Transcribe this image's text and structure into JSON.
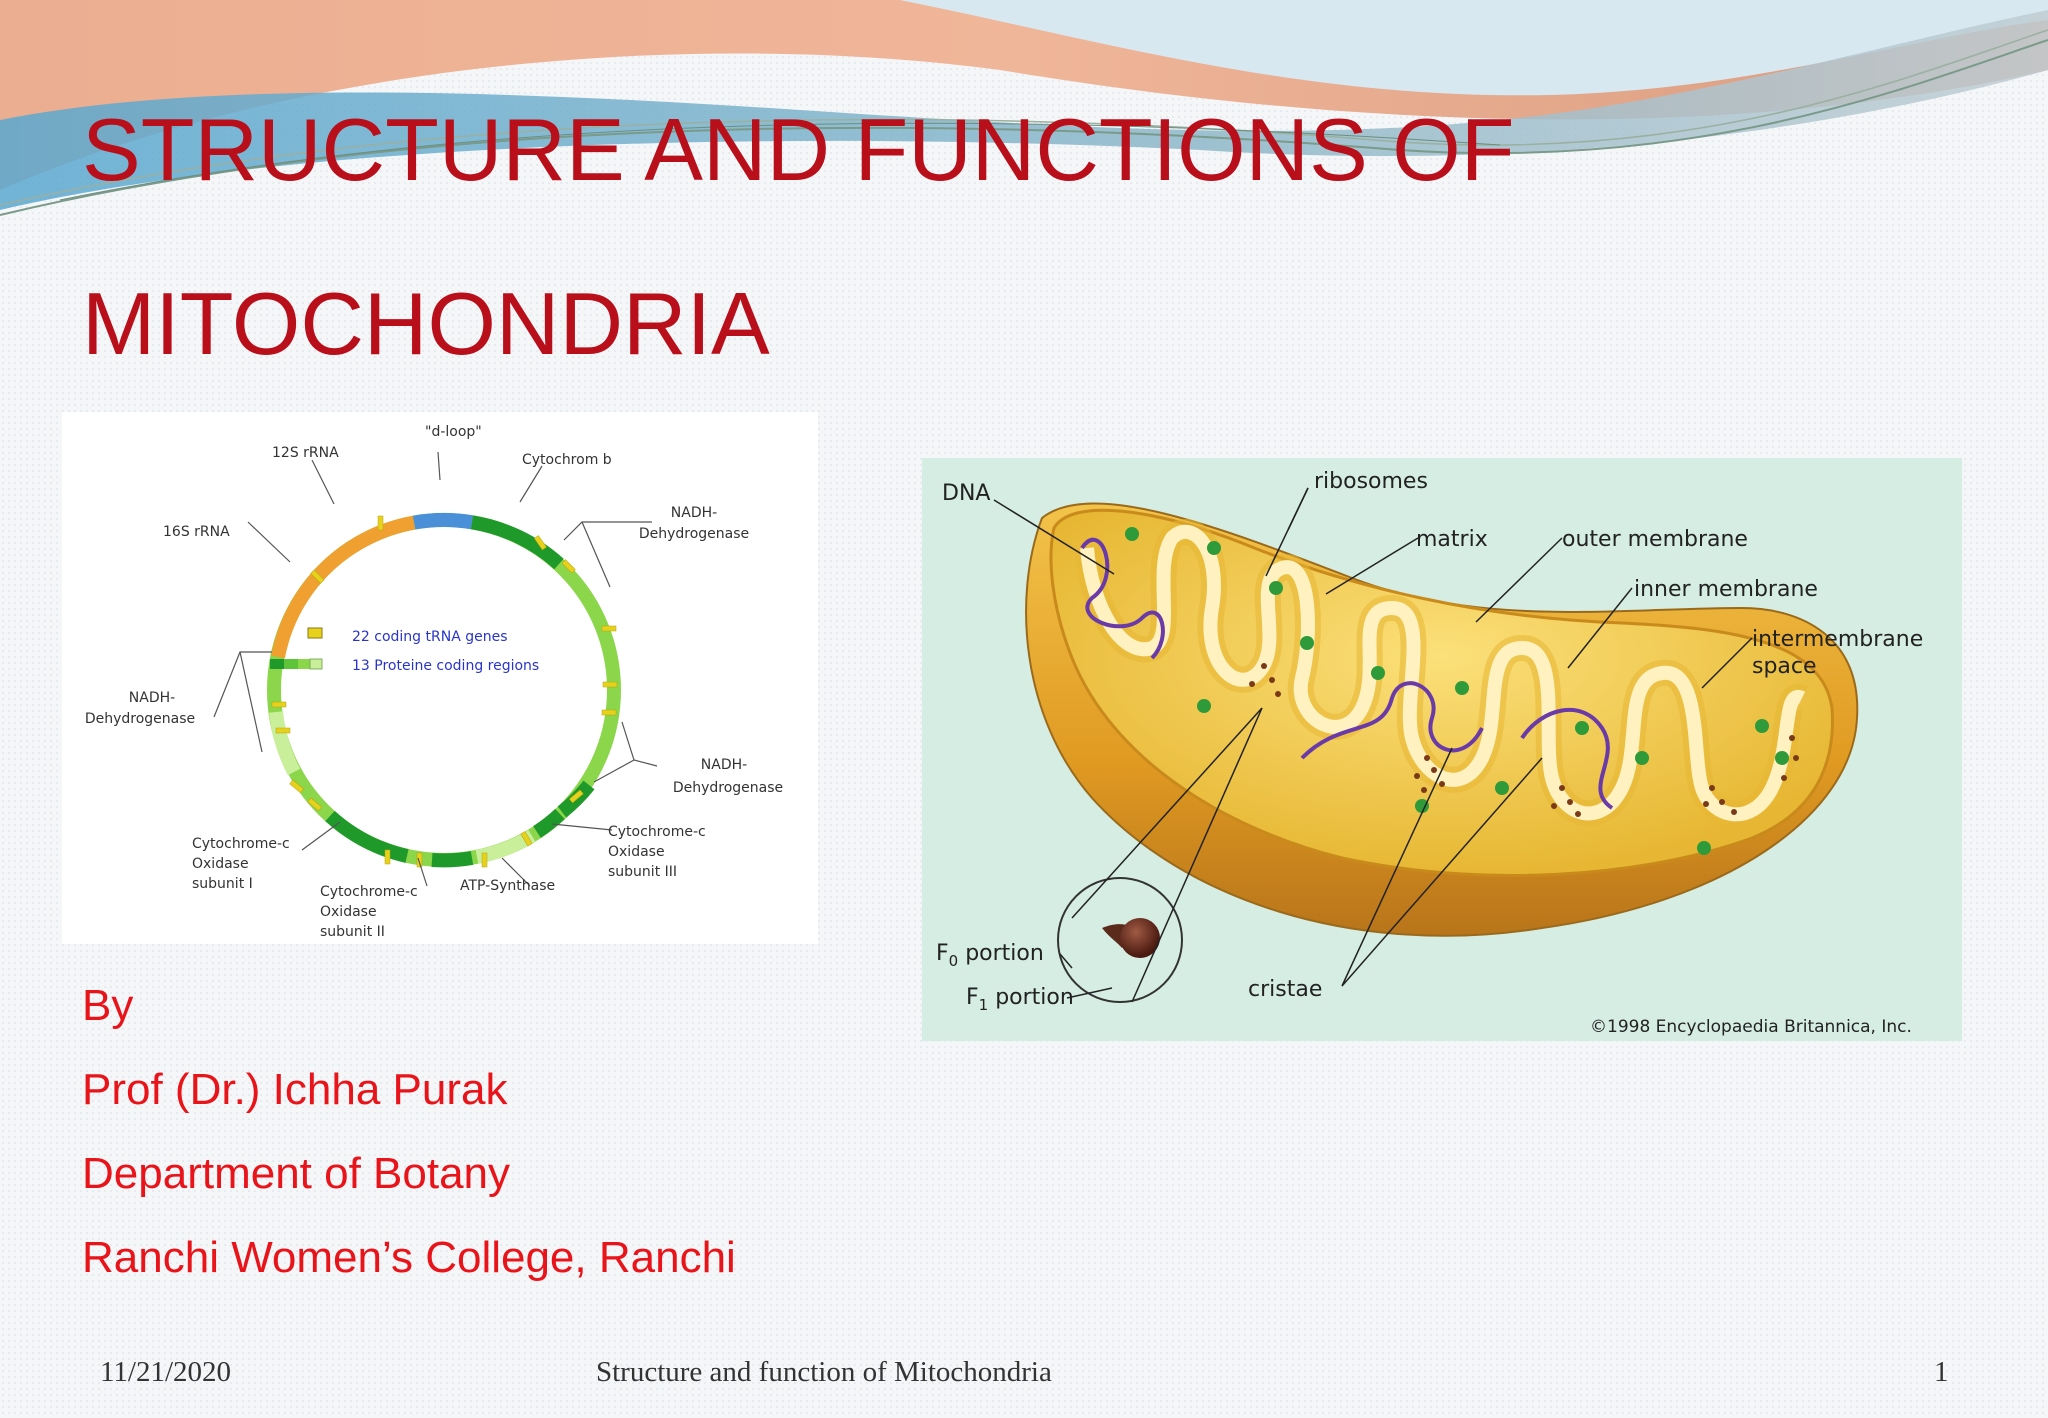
{
  "slide": {
    "title_line1": "STRUCTURE AND FUNCTIONS OF",
    "title_line2": "MITOCHONDRIA",
    "author": {
      "by": "By",
      "name": "Prof (Dr.) Ichha Purak",
      "department": "Department of Botany",
      "college": "Ranchi Women’s College, Ranchi"
    },
    "footer": {
      "date": "11/21/2020",
      "title": "Structure and function of Mitochondria",
      "page": "1"
    }
  },
  "mtdna_map": {
    "labels": {
      "d_loop": "\"d-loop\"",
      "rrna_12s": "12S rRNA",
      "rrna_16s": "16S rRNA",
      "cyt_b": "Cytochrom b",
      "nadh_top_right_1": "NADH-",
      "nadh_top_right_2": "Dehydrogenase",
      "nadh_left_1": "NADH-",
      "nadh_left_2": "Dehydrogenase",
      "nadh_right_1": "NADH-",
      "nadh_right_2": "Dehydrogenase",
      "cox1_1": "Cytochrome-c",
      "cox1_2": "Oxidase",
      "cox1_3": "subunit I",
      "cox2_1": "Cytochrome-c",
      "cox2_2": "Oxidase",
      "cox2_3": "subunit II",
      "cox3_1": "Cytochrome-c",
      "cox3_2": "Oxidase",
      "cox3_3": "subunit III",
      "atp": "ATP-Synthase"
    },
    "legend": {
      "trna": "22 coding tRNA genes",
      "protein": "13 Proteine coding regions"
    },
    "colors": {
      "rrna": "#f0a030",
      "d_loop": "#4a90d8",
      "trna": "#e6d21c",
      "dark_green": "#1f9a2a",
      "light_green": "#8bd64a",
      "pale_green": "#c9ef9a",
      "legend_text": "#2a35c8"
    }
  },
  "mito_diagram": {
    "labels": {
      "dna": "DNA",
      "ribosomes": "ribosomes",
      "matrix": "matrix",
      "outer_membrane": "outer membrane",
      "inner_membrane": "inner membrane",
      "intermembrane_1": "intermembrane",
      "intermembrane_2": "space",
      "cristae": "cristae",
      "f0": "F",
      "f0_sub": "0",
      "f0_suffix": " portion",
      "f1": "F",
      "f1_sub": "1",
      "f1_suffix": " portion",
      "copyright": "©1998 Encyclopaedia Britannica, Inc."
    },
    "colors": {
      "background": "#d6ede4",
      "outer_shell": "#c98a1c",
      "inner_fill": "#f6d24a",
      "cristae_fill": "#fbe79a",
      "dna": "#6a3aa8",
      "ribosome": "#2f9a3a",
      "atp_particle": "#7a3a1a"
    }
  }
}
